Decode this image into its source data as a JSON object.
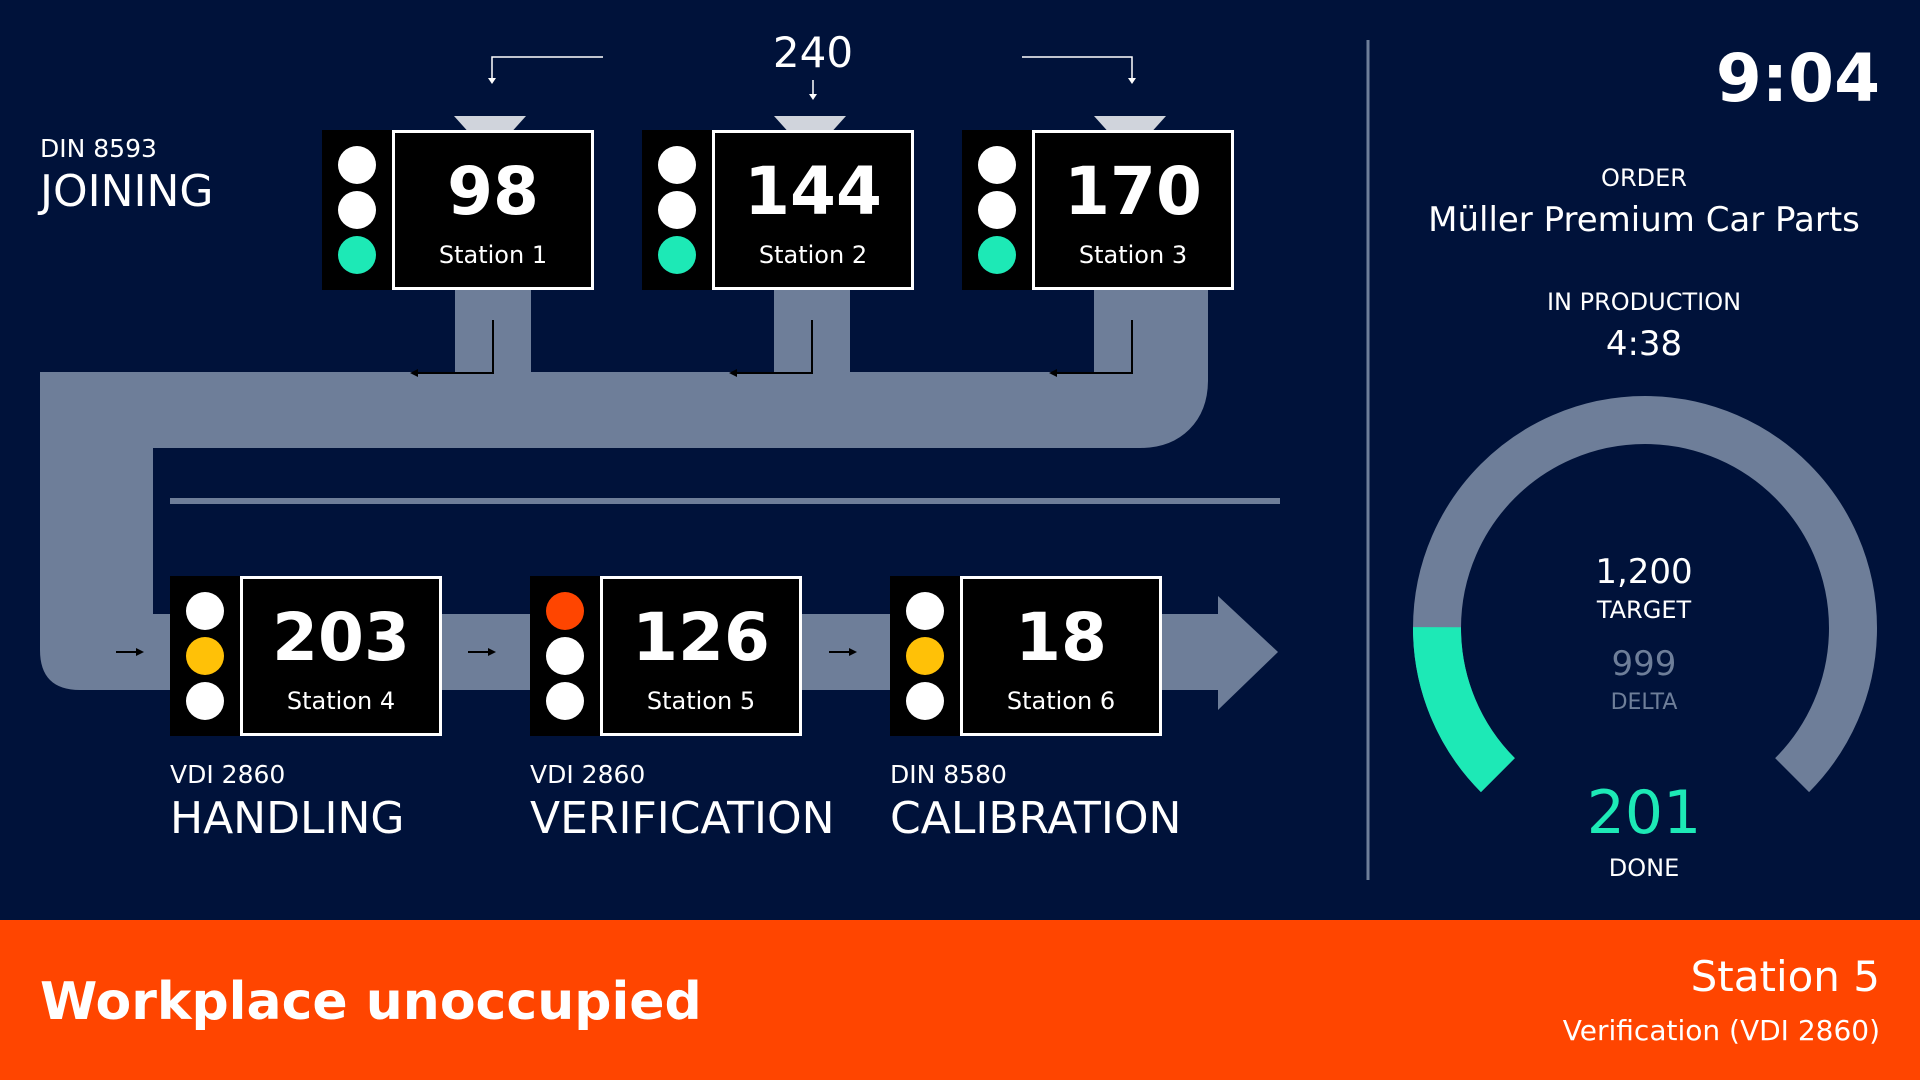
{
  "clock": "9:04",
  "order": {
    "label": "ORDER",
    "value": "Müller Premium Car Parts"
  },
  "production": {
    "label": "IN PRODUCTION",
    "value": "4:38"
  },
  "gauge": {
    "target_value": "1,200",
    "target_label": "TARGET",
    "delta_value": "999",
    "delta_label": "DELTA",
    "done_value": "201",
    "done_label": "DONE",
    "done_count": 201,
    "target_count": 1200
  },
  "feed_total": "240",
  "groups": {
    "joining": {
      "code": "DIN 8593",
      "name": "JOINING"
    },
    "handling": {
      "code": "VDI 2860",
      "name": "HANDLING"
    },
    "verification": {
      "code": "VDI 2860",
      "name": "VERIFICATION"
    },
    "calibration": {
      "code": "DIN 8580",
      "name": "CALIBRATION"
    }
  },
  "stations": [
    {
      "count": "98",
      "name": "Station 1",
      "lights": [
        "white",
        "white",
        "green"
      ]
    },
    {
      "count": "144",
      "name": "Station 2",
      "lights": [
        "white",
        "white",
        "green"
      ]
    },
    {
      "count": "170",
      "name": "Station 3",
      "lights": [
        "white",
        "white",
        "green"
      ]
    },
    {
      "count": "203",
      "name": "Station 4",
      "lights": [
        "white",
        "yellow",
        "white"
      ]
    },
    {
      "count": "126",
      "name": "Station 5",
      "lights": [
        "red",
        "white",
        "white"
      ]
    },
    {
      "count": "18",
      "name": "Station 6",
      "lights": [
        "white",
        "yellow",
        "white"
      ]
    }
  ],
  "colors": {
    "white": "#ffffff",
    "green": "#1de9b6",
    "yellow": "#ffc107",
    "red": "#ff4500",
    "background": "#00123a",
    "flow": "#6e7e99",
    "alert": "#ff4500"
  },
  "footer": {
    "message": "Workplace unoccupied",
    "station": "Station 5",
    "process": "Verification (VDI 2860)"
  }
}
